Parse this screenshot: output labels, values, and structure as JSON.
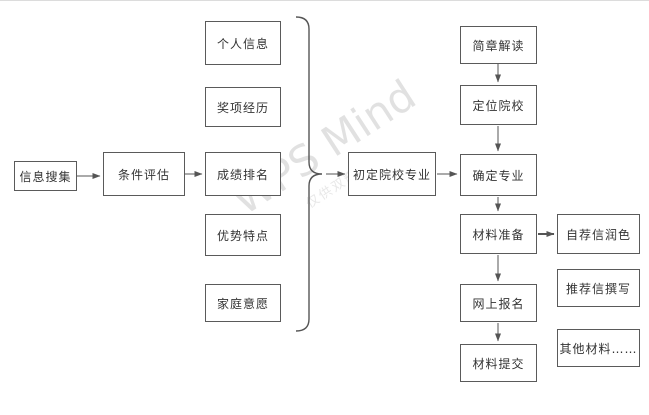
{
  "diagram": {
    "nodes": [
      {
        "id": "info-collection",
        "label": "信息搜集"
      },
      {
        "id": "condition-evaluation",
        "label": "条件评估"
      },
      {
        "id": "personal-info",
        "label": "个人信息"
      },
      {
        "id": "award-experience",
        "label": "奖项经历"
      },
      {
        "id": "grade-ranking",
        "label": "成绩排名"
      },
      {
        "id": "strengths",
        "label": "优势特点"
      },
      {
        "id": "family-wishes",
        "label": "家庭意愿"
      },
      {
        "id": "preliminary-school-major",
        "label": "初定院校专业"
      },
      {
        "id": "brochure-interpretation",
        "label": "简章解读"
      },
      {
        "id": "target-schools",
        "label": "定位院校"
      },
      {
        "id": "confirm-major",
        "label": "确定专业"
      },
      {
        "id": "material-preparation",
        "label": "材料准备"
      },
      {
        "id": "online-registration",
        "label": "网上报名"
      },
      {
        "id": "material-submission",
        "label": "材料提交"
      },
      {
        "id": "self-recommendation-polish",
        "label": "自荐信润色"
      },
      {
        "id": "recommendation-writing",
        "label": "推荐信撰写"
      },
      {
        "id": "other-materials",
        "label": "其他材料……"
      }
    ],
    "edges": [
      {
        "from": "信息搜集",
        "to": "条件评估"
      },
      {
        "from": "条件评估",
        "to": "成绩排名"
      },
      {
        "from": "个人信息/奖项经历/成绩排名/优势特点/家庭意愿",
        "to": "初定院校专业",
        "via": "brace"
      },
      {
        "from": "初定院校专业",
        "to": "确定专业"
      },
      {
        "from": "简章解读",
        "to": "定位院校"
      },
      {
        "from": "定位院校",
        "to": "确定专业"
      },
      {
        "from": "确定专业",
        "to": "材料准备"
      },
      {
        "from": "材料准备",
        "to": "自荐信润色"
      },
      {
        "from": "材料准备",
        "to": "网上报名"
      },
      {
        "from": "网上报名",
        "to": "材料提交"
      }
    ],
    "colors": {
      "node_border": "#5a5a5a",
      "connector": "#555555",
      "background": "#ffffff"
    }
  },
  "watermark": {
    "title": "WPS Mind",
    "subtitle": "仅供双辉使用"
  }
}
